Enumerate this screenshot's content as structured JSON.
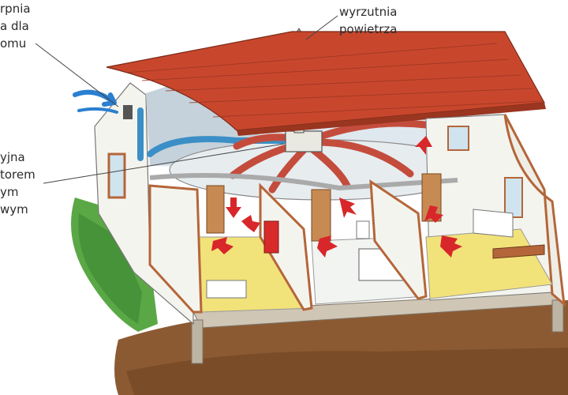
{
  "labels": {
    "exhaust": [
      "wyrzutnia",
      "powietrza"
    ],
    "intake": [
      "rpnia",
      "a dla",
      "omu"
    ],
    "unit": [
      "yjna",
      "torem",
      "ym",
      "wym"
    ]
  },
  "colors": {
    "roof": "#c8472c",
    "wall": "#f4f4ee",
    "floor_yellow": "#f2e27a",
    "ground": "#8c5a32",
    "grass": "#5aa845",
    "duct_supply": "#c44c3c",
    "duct_extract": "#3b8fc6",
    "flow_arrow": "#d8272a",
    "intake_arrow": "#2a7fd0",
    "timber": "#b4663a"
  }
}
